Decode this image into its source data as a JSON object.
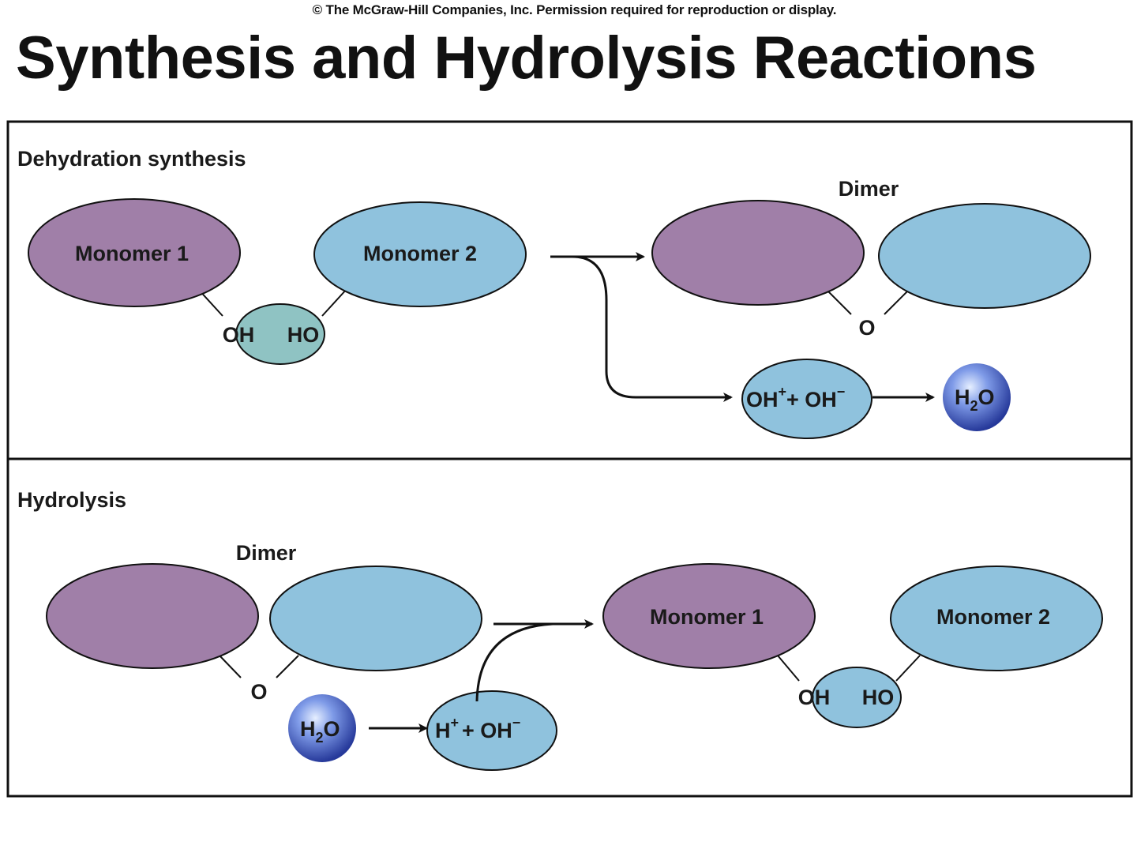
{
  "copyright": "© The McGraw-Hill Companies, Inc. Permission required for reproduction or display.",
  "title": "Synthesis and Hydrolysis Reactions",
  "colors": {
    "monomer1": "#a07fa8",
    "monomer2": "#8fc2dd",
    "hydroxyl_pair": "#8fc3c3",
    "ion_pair": "#8fc2dd",
    "water_sphere": "#3f5ec0"
  },
  "synthesis": {
    "heading": "Dehydration synthesis",
    "monomer1": "Monomer 1",
    "monomer2": "Monomer 2",
    "oh_left": "OH",
    "ho_right": "HO",
    "dimer_label": "Dimer",
    "bond_o": "O",
    "ion_oh": "OH",
    "ion_plus": "+",
    "ion_plus_oh": "+ OH",
    "ion_minus": "−",
    "water_h": "H",
    "water_sub": "2",
    "water_o": "O"
  },
  "hydrolysis": {
    "heading": "Hydrolysis",
    "dimer_label": "Dimer",
    "bond_o": "O",
    "water_h": "H",
    "water_sub": "2",
    "water_o": "O",
    "ion_h": "H",
    "ion_plus": "+",
    "ion_plus_oh": "+ OH",
    "ion_minus": "−",
    "monomer1": "Monomer 1",
    "monomer2": "Monomer 2",
    "oh_left": "OH",
    "ho_right": "HO"
  }
}
